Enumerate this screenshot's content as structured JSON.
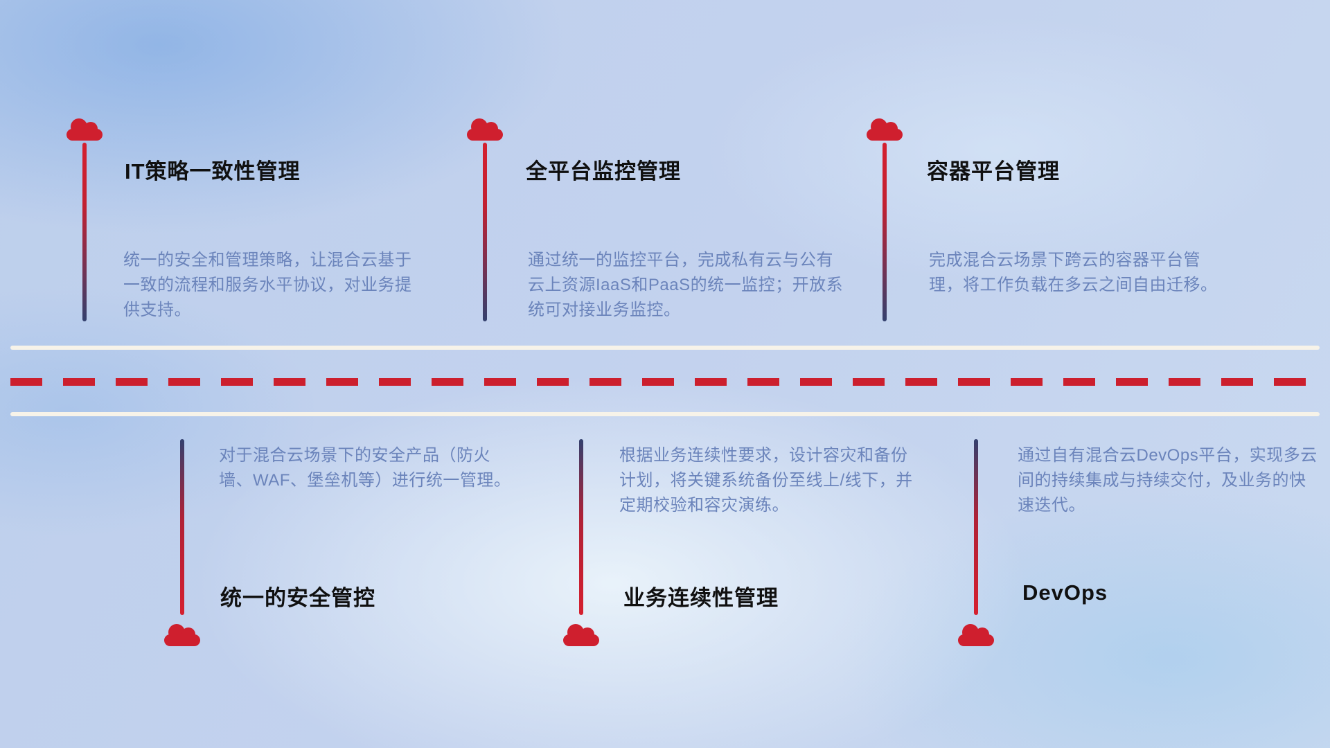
{
  "palette": {
    "accent_red": "#cf1f2e",
    "navy": "#33406e",
    "title_color": "#101010",
    "description_color": "#6b84bb",
    "road_line_color": "#f7f3e9",
    "background_base": "#c3d2ee"
  },
  "icons": {
    "cloud": "cloud-icon"
  },
  "top_items": [
    {
      "title": "IT策略一致性管理",
      "desc": "统一的安全和管理策略，让混合云基于一致的流程和服务水平协议，对业务提供支持。"
    },
    {
      "title": "全平台监控管理",
      "desc": "通过统一的监控平台，完成私有云与公有云上资源IaaS和PaaS的统一监控；开放系统可对接业务监控。"
    },
    {
      "title": "容器平台管理",
      "desc": "完成混合云场景下跨云的容器平台管理，将工作负载在多云之间自由迁移。"
    }
  ],
  "bottom_items": [
    {
      "title": "统一的安全管控",
      "desc": "对于混合云场景下的安全产品（防火墙、WAF、堡垒机等）进行统一管理。"
    },
    {
      "title": "业务连续性管理",
      "desc": "根据业务连续性要求，设计容灾和备份计划，将关键系统备份至线上/线下，并定期校验和容灾演练。"
    },
    {
      "title": "DevOps",
      "desc": "通过自有混合云DevOps平台，实现多云间的持续集成与持续交付，及业务的快速迭代。"
    }
  ]
}
